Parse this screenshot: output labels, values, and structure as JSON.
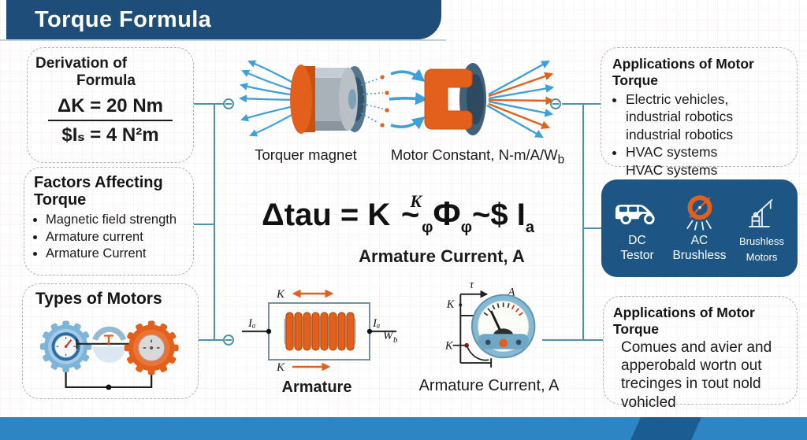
{
  "title": "Torque Formula",
  "colors": {
    "banner_blue": "#1d4d78",
    "panel_blue": "#1d5584",
    "strip_blue": "#2e85c3",
    "strip_dark_blue": "#1b5c92",
    "accent_orange": "#e2601c",
    "field_line_blue": "#3f9fd8",
    "connector_teal": "#5291a6"
  },
  "left": {
    "derivation": {
      "heading_l1": "Derivation of",
      "heading_l2": "Formula",
      "numerator": "ΔK = 20 Nm",
      "denominator": "$Iₛ = 4 N²m"
    },
    "factors": {
      "heading": "Factors Affecting Torque",
      "bullets": [
        "Magnetic field strength",
        "Armature current",
        "Armature Current"
      ]
    },
    "types": {
      "heading": "Types of Motors"
    }
  },
  "center": {
    "magnet_left_label": "Torquer magnet",
    "magnet_right_label": "Motor Constant, N-m/A/W",
    "magnet_right_label_sub": "b",
    "formula": {
      "lhs": "Δtau",
      "eq": "=",
      "k": "K",
      "tilde_sup": "K",
      "tilde": "~",
      "phi_sub": "φ",
      "phi": "Φ",
      "phi_sub2": "φ",
      "tilde2": "~",
      "dollar": "$",
      "i": "I",
      "i_sub": "a"
    },
    "formula_caption": "Armature Current, A",
    "armature_label": "Armature",
    "gauge_label": "Armature Current, A"
  },
  "diagrams": {
    "armature": {
      "k_top": "K",
      "k_bottom": "K",
      "i_left": "Iₐ",
      "i_right": "Iₐ",
      "w": "W",
      "w_sub": "b"
    },
    "gauge": {
      "tau": "τ",
      "k_top": "K",
      "a": "A",
      "k_mid": "K"
    }
  },
  "right": {
    "apps_top": {
      "heading": "Applications of Motor Torque",
      "b1": [
        "Electric vehicles,",
        "industrial robotics",
        "industrial robotics"
      ],
      "b2": [
        "HVAC systems",
        "HVAC systems"
      ]
    },
    "motor_panel": {
      "items": [
        {
          "icon": "van-icon",
          "l1": "DC",
          "l2": "Testor"
        },
        {
          "icon": "gauge-ring-icon",
          "l1": "AC",
          "l2": "Brushless"
        },
        {
          "icon": "crane-icon",
          "l1": "Brushless",
          "l2": "Motors"
        }
      ]
    },
    "apps_bottom": {
      "heading": "Applications of Motor Torque",
      "text": "Comues and avier and apperobald wortn out trecinges in τout nold vohicled"
    }
  }
}
